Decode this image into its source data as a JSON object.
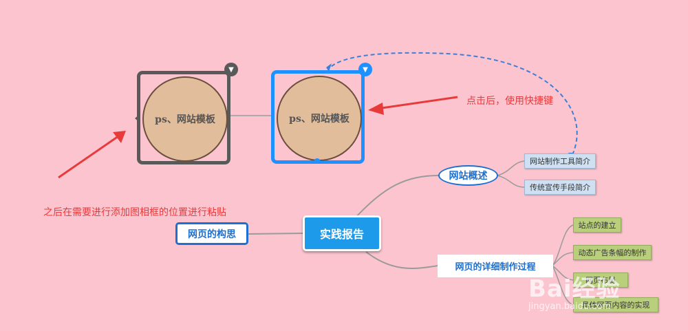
{
  "image_topics": [
    {
      "label": "ps、网站模板",
      "state": "normal"
    },
    {
      "label": "ps、网站模板",
      "state": "selected"
    }
  ],
  "center_topic": "实践报告",
  "left_topic": "网页的构思",
  "branch_overview": {
    "label": "网站概述",
    "children": [
      "网站制作工具简介",
      "传统宣传手段简介"
    ]
  },
  "branch_detail": {
    "label": "网页的详细制作过程",
    "children": [
      "站点的建立",
      "动态广告条幅的制作",
      "网页布局",
      "具体网页内容的实现"
    ]
  },
  "annotations": {
    "shortcut_hint": "点击后，使用快捷键",
    "paste_hint": "之后在需要进行添加图相框的位置进行粘贴"
  },
  "watermark": {
    "logo": "Bai经验",
    "url": "jingyan.baidu.com"
  },
  "colors": {
    "background": "#fbc4cf",
    "accent_blue": "#1d9bea",
    "annotation_red": "#e83a3a",
    "dashed_link": "#3b7fd8"
  }
}
